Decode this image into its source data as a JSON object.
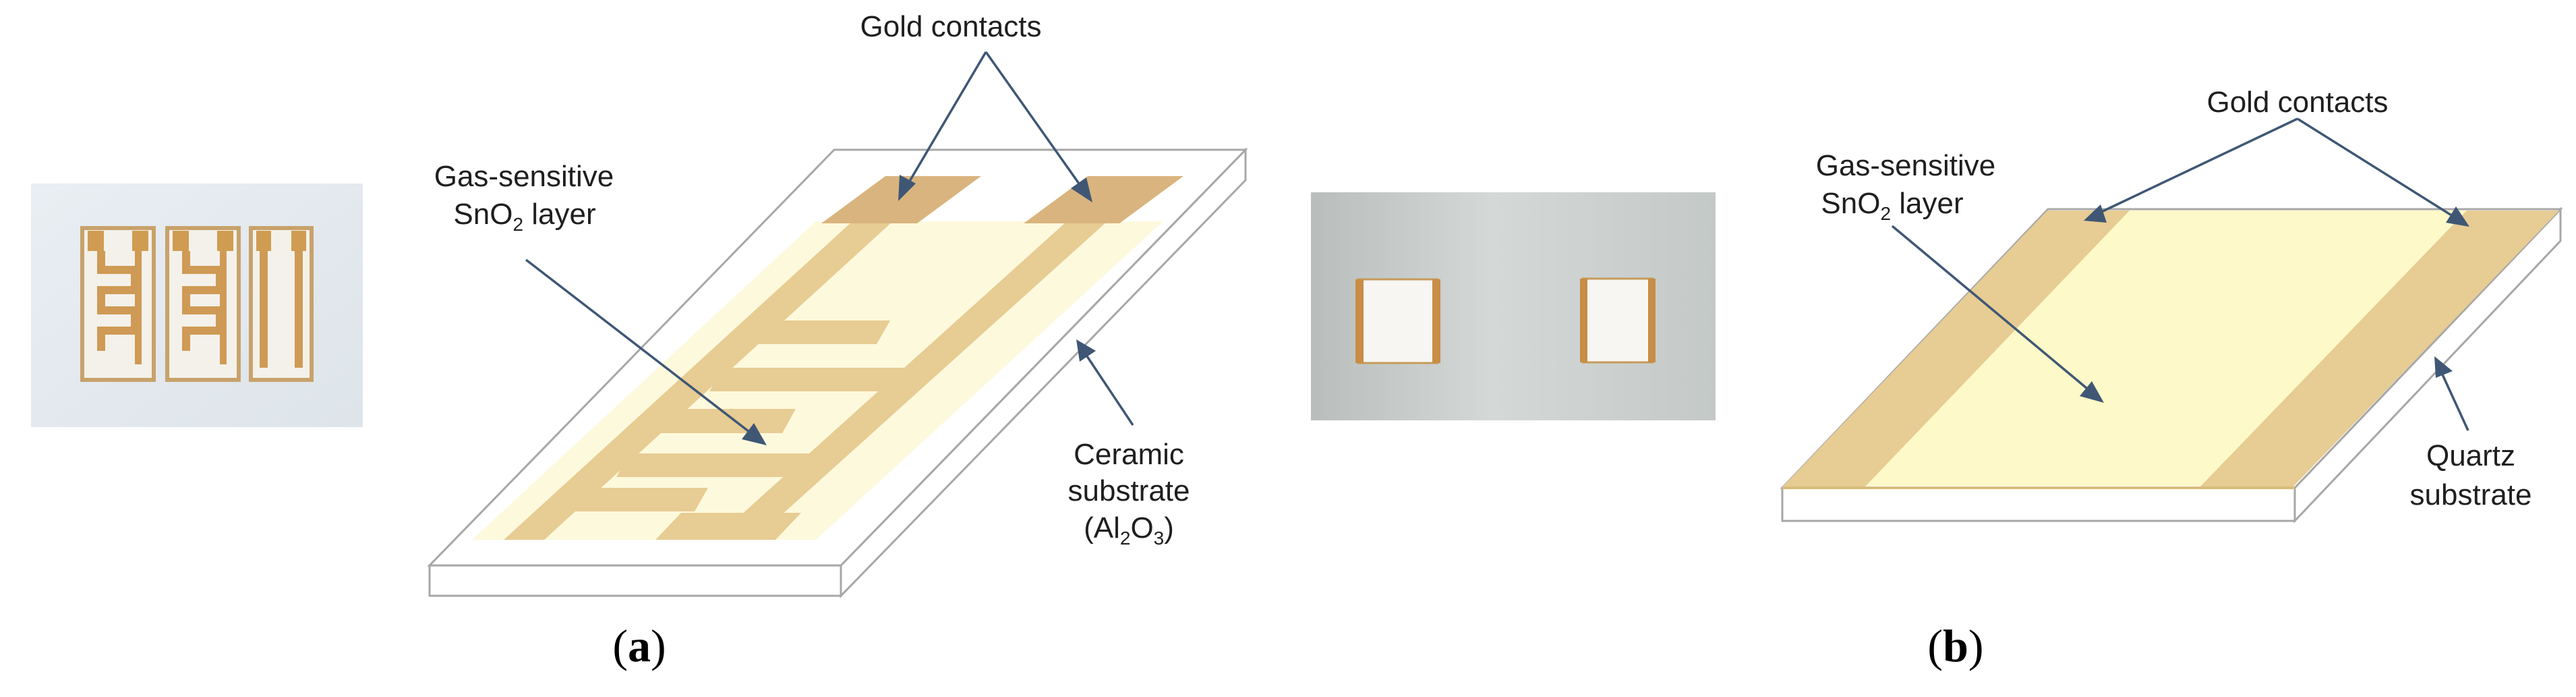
{
  "colors": {
    "gold": "#e7cc93",
    "gold_dark": "#d9b47e",
    "sensitive_layer_a": "#fdf9dd",
    "sensitive_layer_b": "#fdf9c8",
    "substrate_face": "#ffffff",
    "substrate_edge": "#a7a7a7",
    "arrow": "#3f5775",
    "photo_a_bg": "#e5ebf0",
    "photo_b_bg": "#cfd3d2"
  },
  "panel_a": {
    "gold_contacts_label": "Gold contacts",
    "sensitive_layer_label_line1": "Gas-sensitive",
    "sensitive_layer_label_line2_prefix": "SnO",
    "sensitive_layer_label_line2_sub": "2",
    "sensitive_layer_label_line2_suffix": " layer",
    "substrate_label_line1": "Ceramic",
    "substrate_label_line2": "substrate",
    "substrate_label_line3_open": "(Al",
    "substrate_label_line3_sub1": "2",
    "substrate_label_line3_mid": "O",
    "substrate_label_line3_sub2": "3",
    "substrate_label_line3_close": ")",
    "letter_open": "(",
    "letter": "a",
    "letter_close": ")"
  },
  "panel_b": {
    "gold_contacts_label": "Gold contacts",
    "sensitive_layer_label_line1": "Gas-sensitive",
    "sensitive_layer_label_line2_prefix": "SnO",
    "sensitive_layer_label_line2_sub": "2",
    "sensitive_layer_label_line2_suffix": " layer",
    "substrate_label_line1": "Quartz",
    "substrate_label_line2": "substrate",
    "letter_open": "(",
    "letter": "b",
    "letter_close": ")"
  }
}
